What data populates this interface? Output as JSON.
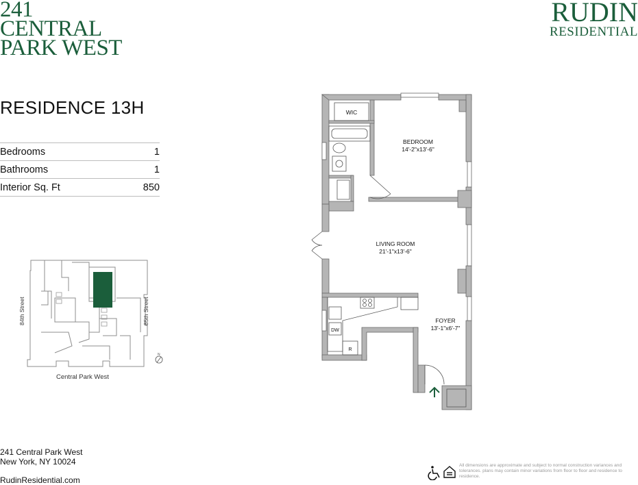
{
  "building": {
    "lines": [
      "241",
      "CENTRAL",
      "PARK WEST"
    ]
  },
  "brand": {
    "line1": "RUDIN",
    "line2": "RESIDENTIAL"
  },
  "residence": {
    "title": "RESIDENCE 13H"
  },
  "specs": [
    {
      "label": "Bedrooms",
      "value": "1"
    },
    {
      "label": "Bathrooms",
      "value": "1"
    },
    {
      "label": "Interior Sq. Ft",
      "value": "850"
    }
  ],
  "keyplan": {
    "street_left": "84th Street",
    "street_right": "85th Street",
    "street_bottom": "Central Park West",
    "north_label": "N"
  },
  "floorplan": {
    "rooms": [
      {
        "name": "WIC"
      },
      {
        "name": "BEDROOM",
        "dims": "14'-2\"x13'-6\""
      },
      {
        "name": "LIVING ROOM",
        "dims": "21'-1\"x13'-6\""
      },
      {
        "name": "FOYER",
        "dims": "13'-1\"x6'-7\""
      },
      {
        "name": "DW"
      },
      {
        "name": "R"
      }
    ]
  },
  "address": {
    "line1": "241 Central Park West",
    "line2": "New York, NY 10024"
  },
  "website": "RudinResidential.com",
  "disclaimer": "All dimensions are approximate and subject to normal construction variances and tolerances. plans may contain minor variations from floor to floor and residence to residence.",
  "colors": {
    "brand_green": "#1b5e3b",
    "wall_gray": "#b5b5b5"
  },
  "icons": [
    "wheelchair-accessible-icon",
    "equal-housing-icon"
  ]
}
